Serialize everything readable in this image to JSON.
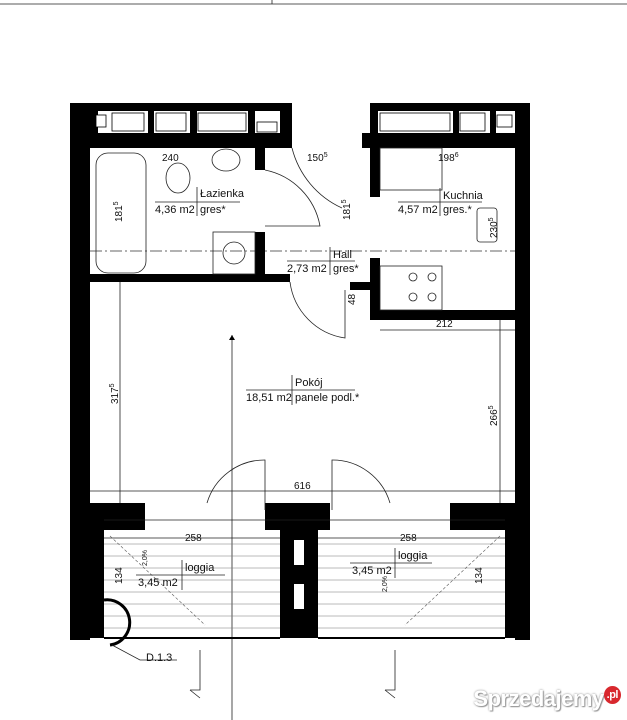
{
  "rooms": {
    "bathroom": {
      "name": "Łazienka",
      "area": "4,36 m2",
      "floor": "gres*"
    },
    "kitchen": {
      "name": "Kuchnia",
      "area": "4,57 m2",
      "floor": "gres.*"
    },
    "hall": {
      "name": "Hall",
      "area": "2,73 m2",
      "floor": "gres*"
    },
    "room": {
      "name": "Pokój",
      "area": "18,51 m2",
      "floor": "panele podl.*"
    },
    "loggia_left": {
      "name": "loggia",
      "area": "3,45 m2"
    },
    "loggia_right": {
      "name": "loggia",
      "area": "3,45 m2"
    }
  },
  "dimensions": {
    "bath_width": "240",
    "hall_width": "150",
    "hall_width_sup": "5",
    "kitchen_width": "198",
    "kitchen_width_sup": "6",
    "bath_height": "181",
    "bath_height_sup": "5",
    "hall_height": "181",
    "hall_height_sup": "5",
    "kitchen_counter": "230",
    "kitchen_counter_sup": "5",
    "step": "48",
    "kitchen_bottom": "212",
    "room_height_left": "317",
    "room_height_left_sup": "5",
    "room_height_right": "266",
    "room_height_right_sup": "5",
    "room_width": "616",
    "loggia_width_left": "258",
    "loggia_width_right": "258",
    "loggia_depth_left": "134",
    "loggia_depth_right": "134",
    "slope_left": "2,0%",
    "slope_right": "2,0%"
  },
  "detail_ref": "D.1.3",
  "watermark": {
    "text": "Sprzedajemy",
    "suffix": ".pl"
  }
}
